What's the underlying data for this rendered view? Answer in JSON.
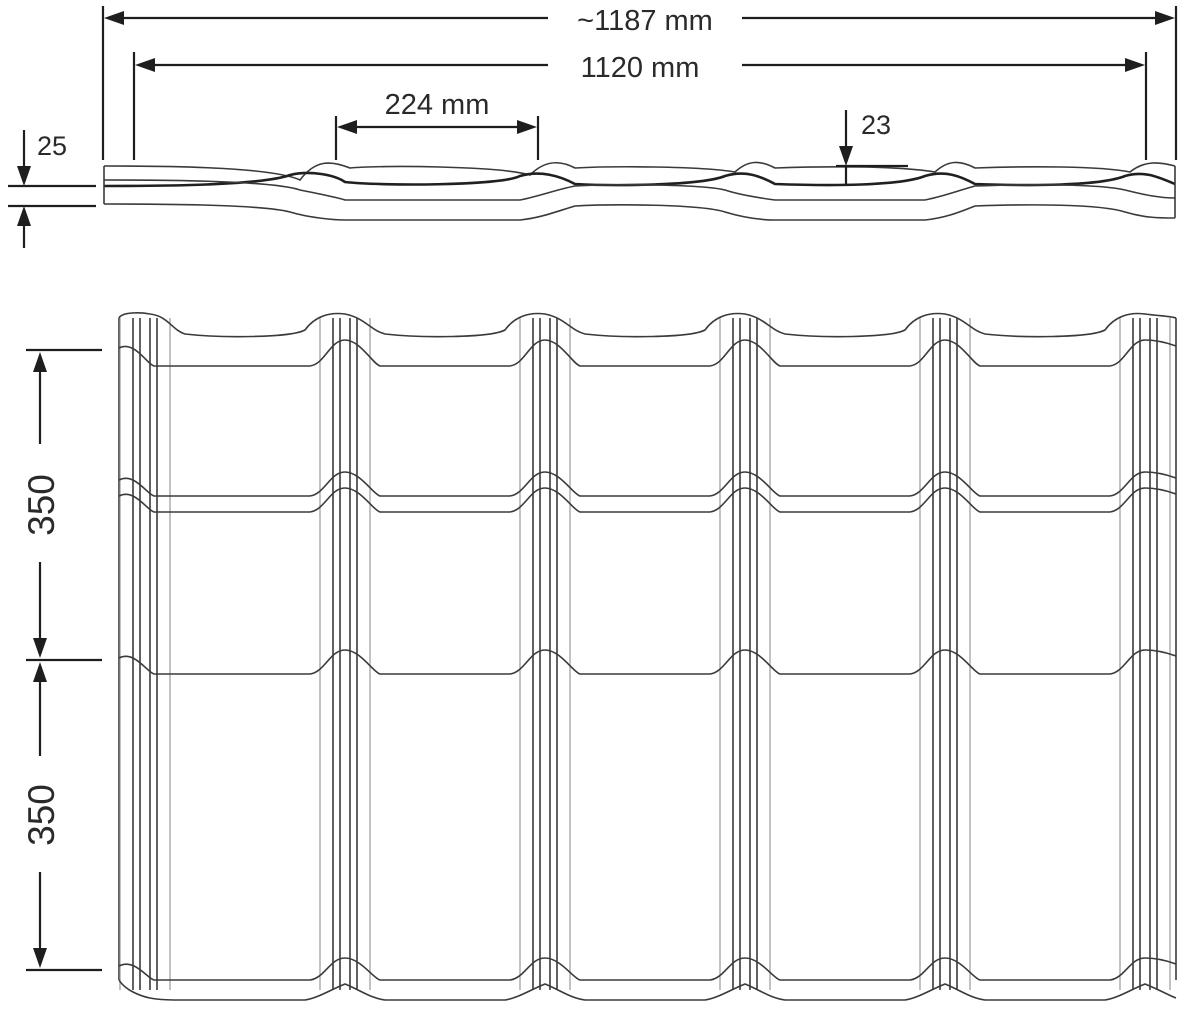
{
  "dimensions": {
    "overall_width": "~1187 mm",
    "effective_width": "1120 mm",
    "wave_pitch": "224 mm",
    "wave_depth": "23",
    "profile_height": "25",
    "module_length_1": "350",
    "module_length_2": "350"
  },
  "colors": {
    "line": "#3a3a3a",
    "dimension": "#1e1e1e",
    "text": "#2a2a2a"
  }
}
